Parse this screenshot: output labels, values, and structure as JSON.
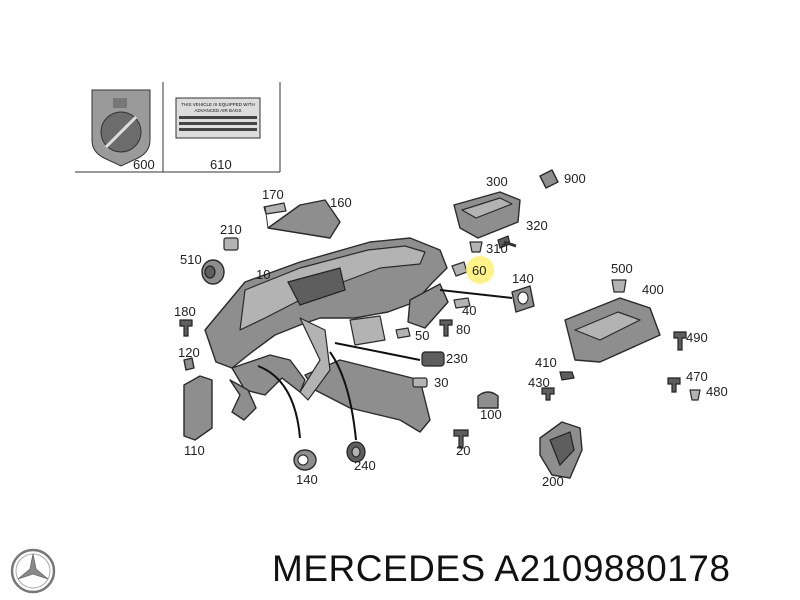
{
  "brand": {
    "text": "MERCEDES A2109880178",
    "logo": "mercedes-star-icon"
  },
  "labels_box": {
    "items": [
      {
        "number": "600",
        "icon": "airbag-warning-label-icon"
      },
      {
        "number": "610",
        "label_lines": [
          "THIS VEHICLE IS EQUIPPED WITH",
          "ADVANCED AIR BAGS"
        ]
      }
    ]
  },
  "callouts": [
    "170",
    "160",
    "210",
    "510",
    "10",
    "180",
    "120",
    "110",
    "140",
    "240",
    "20",
    "100",
    "30",
    "230",
    "80",
    "40",
    "50",
    "60",
    "140",
    "310",
    "320",
    "300",
    "900",
    "500",
    "400",
    "490",
    "410",
    "430",
    "470",
    "480",
    "200"
  ],
  "highlight": {
    "number": "60",
    "color": "#fff27a"
  },
  "colors": {
    "part": "#8e8e8e",
    "line": "#111111",
    "highlight": "#fff27a"
  }
}
